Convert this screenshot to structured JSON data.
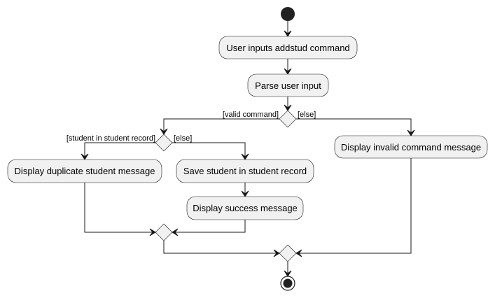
{
  "diagram": {
    "type": "activity-diagram",
    "colors": {
      "node_fill": "#f1f1f1",
      "node_stroke": "#181818",
      "start_fill": "#222222",
      "line": "#181818",
      "text": "#000000",
      "background": "#ffffff"
    },
    "actions": {
      "user_inputs": "User inputs addstud command",
      "parse_input": "Parse user input",
      "display_invalid": "Display invalid command message",
      "display_duplicate": "Display duplicate student message",
      "save_student": "Save student in student record",
      "display_success": "Display success message"
    },
    "guards": {
      "valid_command": "[valid command]",
      "else_outer": "[else]",
      "student_in_record": "[student in student record]",
      "else_inner": "[else]"
    }
  }
}
